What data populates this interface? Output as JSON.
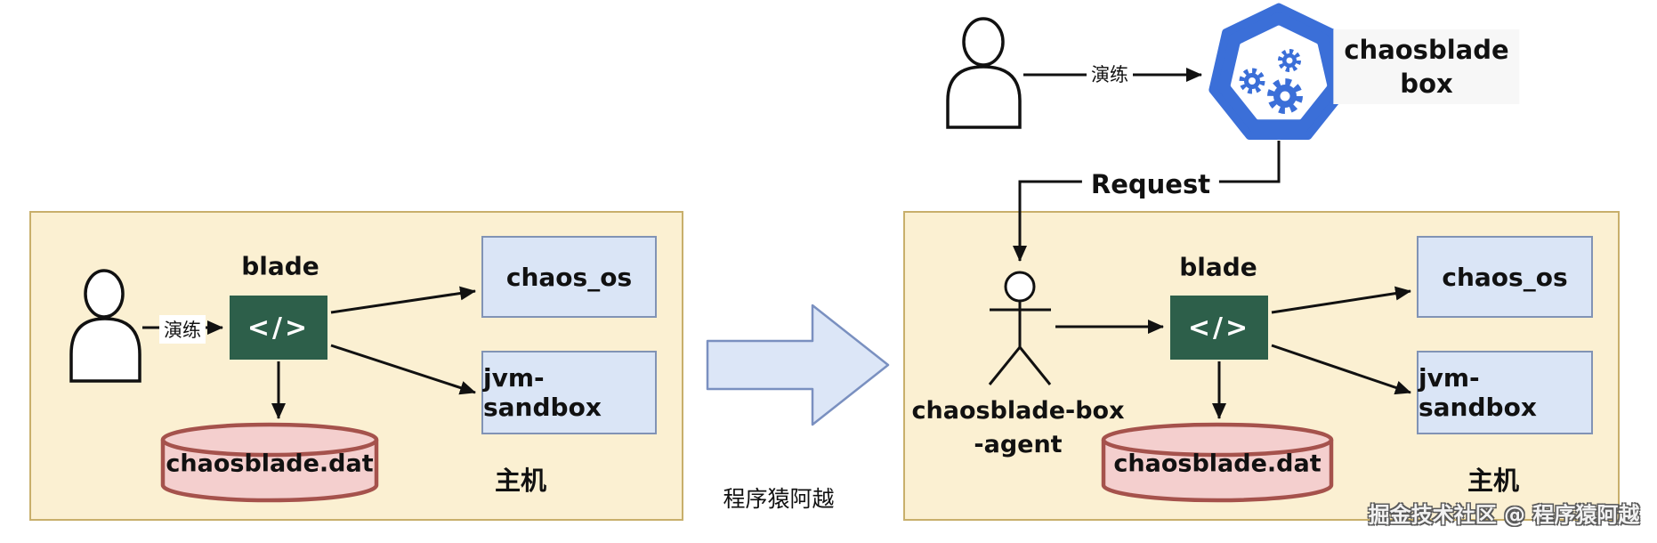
{
  "colors": {
    "panel_fill": "#FBF0D2",
    "panel_border": "#C8AF6B",
    "target_box_fill": "#DAE5F6",
    "target_box_border": "#8193B5",
    "code_box_fill": "#2D5F4A",
    "cylinder_fill": "#F4CFCE",
    "cylinder_border": "#A5524C",
    "big_arrow_fill": "#DCE6F7",
    "big_arrow_border": "#7A90C0",
    "logo_blue": "#3B6FD8",
    "line_color": "#111111"
  },
  "icons": {
    "actor": "person-icon",
    "agent_actor": "stick-figure-icon",
    "logo": "chaosblade-box-logo (blue heptagon with gears)",
    "gear": "gear-icon",
    "datastore": "database-cylinder-icon"
  },
  "left_panel": {
    "host_label": "主机",
    "drill_label": "演练",
    "blade_title": "blade",
    "code_glyph": "</>",
    "targets": {
      "chaos_os": "chaos_os",
      "jvm_sandbox": "jvm-sandbox"
    },
    "datastore": "chaosblade.dat"
  },
  "transition": {
    "author_credit": "程序猿阿越"
  },
  "control_flow": {
    "drill_label": "演练",
    "logo_title_line1": "chaosblade",
    "logo_title_line2": "box",
    "request_label": "Request"
  },
  "right_panel": {
    "host_label": "主机",
    "agent_line1": "chaosblade-box",
    "agent_line2": "-agent",
    "blade_title": "blade",
    "code_glyph": "</>",
    "targets": {
      "chaos_os": "chaos_os",
      "jvm_sandbox": "jvm-sandbox"
    },
    "datastore": "chaosblade.dat"
  },
  "watermark": "掘金技术社区 @ 程序猿阿越"
}
